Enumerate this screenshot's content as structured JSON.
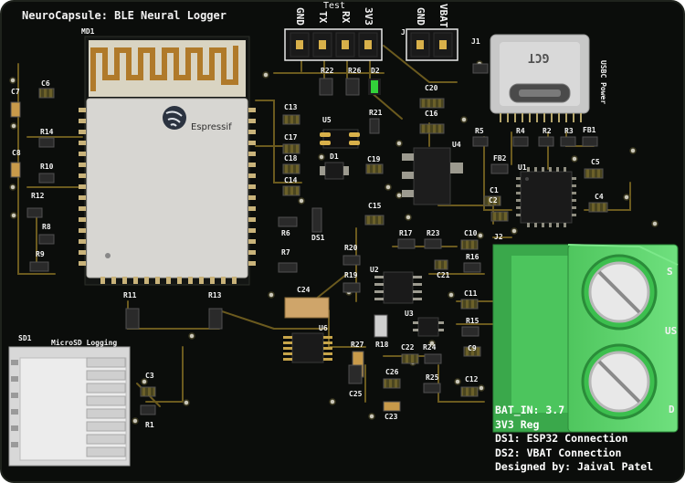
{
  "board": {
    "title": "NeuroCapsule: BLE Neural Logger",
    "colors": {
      "pcb": "#0b0d0b",
      "copper": "#3c3a19",
      "trace": "#6b5a1e",
      "silkscreen": "#f2f2f2",
      "pad": "#c9c6b8",
      "terminal": "#59d46a",
      "led": "#32d13a"
    }
  },
  "modules": {
    "md1": {
      "ref": "MD1",
      "brand": "Espressif"
    },
    "sd1": {
      "ref": "SD1",
      "label": "MicroSD Logging"
    },
    "j1": {
      "ref": "J1",
      "label": "USBC Power",
      "shell_text": "GCT"
    },
    "j2": {
      "ref": "J2"
    },
    "test_header": {
      "title": "Test",
      "pins": [
        "GND",
        "TX",
        "RX",
        "3V3"
      ]
    },
    "batt_header": {
      "ref": "J",
      "pins": [
        "GND",
        "VBAT"
      ]
    }
  },
  "labels": [
    {
      "id": "c7",
      "text": "C7"
    },
    {
      "id": "c6",
      "text": "C6"
    },
    {
      "id": "r14",
      "text": "R14"
    },
    {
      "id": "c8",
      "text": "C8"
    },
    {
      "id": "r10",
      "text": "R10"
    },
    {
      "id": "r12",
      "text": "R12"
    },
    {
      "id": "r8",
      "text": "R8"
    },
    {
      "id": "r9",
      "text": "R9"
    },
    {
      "id": "r11",
      "text": "R11"
    },
    {
      "id": "r13",
      "text": "R13"
    },
    {
      "id": "c3",
      "text": "C3"
    },
    {
      "id": "r1",
      "text": "R1"
    },
    {
      "id": "r22",
      "text": "R22"
    },
    {
      "id": "r26",
      "text": "R26"
    },
    {
      "id": "d2",
      "text": "D2"
    },
    {
      "id": "c13",
      "text": "C13"
    },
    {
      "id": "u5",
      "text": "U5"
    },
    {
      "id": "r21",
      "text": "R21"
    },
    {
      "id": "c17",
      "text": "C17"
    },
    {
      "id": "c18",
      "text": "C18"
    },
    {
      "id": "d1",
      "text": "D1"
    },
    {
      "id": "c19",
      "text": "C19"
    },
    {
      "id": "c14",
      "text": "C14"
    },
    {
      "id": "c15",
      "text": "C15"
    },
    {
      "id": "r6",
      "text": "R6"
    },
    {
      "id": "ds1",
      "text": "DS1"
    },
    {
      "id": "r7",
      "text": "R7"
    },
    {
      "id": "c20",
      "text": "C20"
    },
    {
      "id": "c16",
      "text": "C16"
    },
    {
      "id": "u4",
      "text": "U4"
    },
    {
      "id": "r5",
      "text": "R5"
    },
    {
      "id": "r4",
      "text": "R4"
    },
    {
      "id": "r2",
      "text": "R2"
    },
    {
      "id": "r3",
      "text": "R3"
    },
    {
      "id": "fb1",
      "text": "FB1"
    },
    {
      "id": "fb2",
      "text": "FB2"
    },
    {
      "id": "u1",
      "text": "U1"
    },
    {
      "id": "c5",
      "text": "C5"
    },
    {
      "id": "c1",
      "text": "C1"
    },
    {
      "id": "c2",
      "text": "C2"
    },
    {
      "id": "c4",
      "text": "C4"
    },
    {
      "id": "r17",
      "text": "R17"
    },
    {
      "id": "r23",
      "text": "R23"
    },
    {
      "id": "c10",
      "text": "C10"
    },
    {
      "id": "r20",
      "text": "R20"
    },
    {
      "id": "r16",
      "text": "R16"
    },
    {
      "id": "r19",
      "text": "R19"
    },
    {
      "id": "u2",
      "text": "U2"
    },
    {
      "id": "c21",
      "text": "C21"
    },
    {
      "id": "c24",
      "text": "C24"
    },
    {
      "id": "c11",
      "text": "C11"
    },
    {
      "id": "u3",
      "text": "U3"
    },
    {
      "id": "u6",
      "text": "U6"
    },
    {
      "id": "r15",
      "text": "R15"
    },
    {
      "id": "r27",
      "text": "R27"
    },
    {
      "id": "r18",
      "text": "R18"
    },
    {
      "id": "c22",
      "text": "C22"
    },
    {
      "id": "r24",
      "text": "R24"
    },
    {
      "id": "c9",
      "text": "C9"
    },
    {
      "id": "c26",
      "text": "C26"
    },
    {
      "id": "r25",
      "text": "R25"
    },
    {
      "id": "c12",
      "text": "C12"
    },
    {
      "id": "c25",
      "text": "C25"
    },
    {
      "id": "c23",
      "text": "C23"
    },
    {
      "id": "edge_s",
      "text": "S"
    },
    {
      "id": "edge_us",
      "text": "US"
    },
    {
      "id": "edge_d",
      "text": "D"
    }
  ],
  "notes": [
    "BAT_IN: 3.7",
    "3V3 Reg",
    "DS1: ESP32 Connection",
    "DS2: VBAT Connection",
    "Designed by: Jaival Patel"
  ]
}
